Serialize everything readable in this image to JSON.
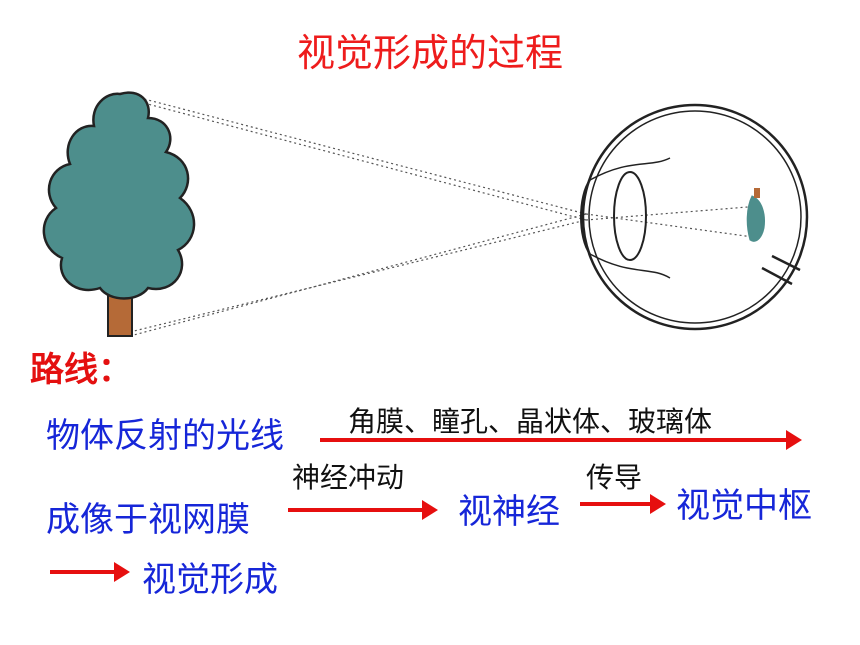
{
  "title": "视觉形成的过程",
  "route_label": "路线：",
  "steps": {
    "object_light": "物体反射的光线",
    "via_structures": "角膜、瞳孔、晶状体、玻璃体",
    "image_on_retina": "成像于视网膜",
    "nerve_impulse": "神经冲动",
    "optic_nerve": "视神经",
    "conduct": "传导",
    "visual_center": "视觉中枢",
    "vision_formed": "视觉形成"
  },
  "colors": {
    "title": "#ee1c1c",
    "arrow": "#e60f0f",
    "blue_text": "#1626d8",
    "tree_crown": "#4d8e8c",
    "tree_trunk": "#b56a37"
  }
}
